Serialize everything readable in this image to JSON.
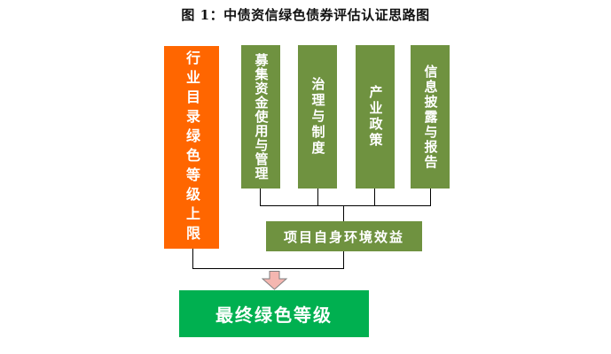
{
  "title": "图 1：中债资信绿色债券评估认证思路图",
  "colors": {
    "orange": "#ff6600",
    "olive": "#6f9240",
    "green": "#00b050",
    "arrow_fill": "#f4b6b0",
    "arrow_stroke": "#7f7f7f"
  },
  "nodes": {
    "industry_ceiling": "行业目录绿色等级上限",
    "factors": [
      {
        "label": "募集资金使用与管理"
      },
      {
        "label": "治理与制度"
      },
      {
        "label": "产业政策"
      },
      {
        "label": "信息披露与报告"
      }
    ],
    "project_benefit": "项目自身环境效益",
    "final_grade": "最终绿色等级"
  }
}
